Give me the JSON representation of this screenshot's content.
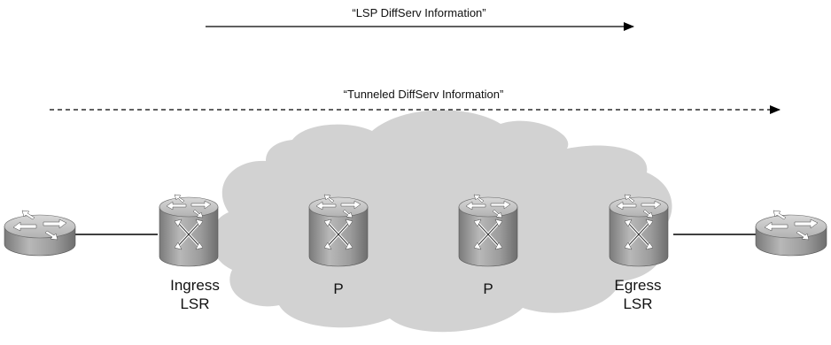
{
  "arrows": {
    "lsp": {
      "label": "“LSP DiffServ Information”",
      "style": "solid"
    },
    "tunneled": {
      "label": "“Tunneled DiffServ Information”",
      "style": "dashed"
    }
  },
  "nodes": {
    "ingress": {
      "line1": "Ingress",
      "line2": "LSR"
    },
    "p1": {
      "line1": "P"
    },
    "p2": {
      "line1": "P"
    },
    "egress": {
      "line1": "Egress",
      "line2": "LSR"
    }
  },
  "colors": {
    "cloud": "#d2d2d2",
    "router_body": "#9a9a9a",
    "router_top": "#c4c4c4",
    "line": "#000000"
  },
  "icons": {
    "edge_router": "router-icon",
    "lsr": "lsr-switch-router-icon"
  }
}
